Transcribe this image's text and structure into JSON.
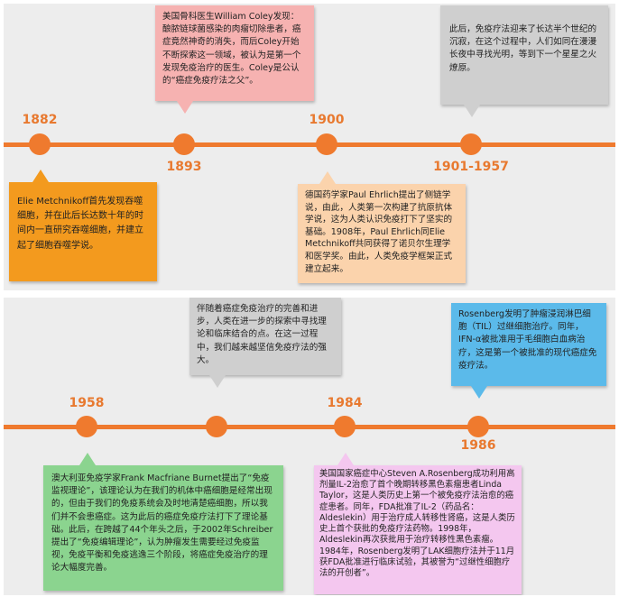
{
  "panel1": {
    "years": [
      "1882",
      "1893",
      "1900",
      "1901-1957"
    ],
    "boxes": [
      "Elie Metchnikoff首先发现吞噬细胞，并在此后长达数十年的时间内一直研究吞噬细胞，并建立起了细胞吞噬学说。",
      "美国骨科医生William Coley发现：酿脓链球菌感染的肉瘤切除患者，癌症竟然神奇的消失，而后Coley开始不断探索这一领域，被认为是第一个发现免疫治疗的医生。Coley是公认的“癌症免疫疗法之父”。",
      "德国药学家Paul Ehrlich提出了侧链学说，由此，人类第一次构建了抗原抗体学说，这为人类认识免疫打下了坚实的基础。1908年，Paul Ehrlich同Elie Metchnikoff共同获得了诺贝尔生理学和医学奖。由此，人类免疫学框架正式建立起来。",
      "此后，免疫疗法迎来了长达半个世纪的沉寂，在这个过程中，人们如同在漫漫长夜中寻找光明，等到下一个星星之火燎原。"
    ]
  },
  "panel2": {
    "years": [
      "1958",
      "1984",
      "1986"
    ],
    "boxes": [
      "澳大利亚免疫学家Frank Macfriane Burnet提出了“免疫监视理论”，该理论认为在我们的机体中癌细胞是经常出现的，但由于我们的免疫系统会及时地清楚癌细胞，所以我们并不会患癌症。这为此后的癌症免疫疗法打下了理论基础。此后，在跨越了44个年头之后，于2002年Schreiber提出了“免疫编辑理论”，认为肿瘤发生需要经过免疫监视，免疫平衡和免疫逃逸三个阶段，将癌症免疫治疗的理论大幅度完善。",
      "伴随着癌症免疫治疗的完善和进步，人类在进一步的探索中寻找理论和临床结合的点。在这一过程中，我们越来越坚信免疫疗法的强大。",
      "美国国家癌症中心Steven A.Rosenberg成功利用高剂量IL-2治愈了首个晚期转移黑色素瘤患者Linda Taylor，这是人类历史上第一个被免疫疗法治愈的癌症患者。同年，FDA批准了IL-2（药品名：Aldeslekin）用于治疗成人转移性肾癌，这是人类历史上首个获批的免疫疗法药物。1998年，Aldeslekin再次获批用于治疗转移性黑色素瘤。1984年，Rosenberg发明了LAK细胞疗法并于11月获FDA批准进行临床试验，其被誉为“过继性细胞疗法的开创者”。",
      "Rosenberg发明了肿瘤浸润淋巴细胞（TIL）过继细胞治疗。同年，IFN-α被批准用于毛细胞白血病治疗，这是第一个被批准的现代癌症免疫疗法。"
    ]
  },
  "colors": {
    "line": "#ef7a2e",
    "orange_box": "#f39a1e",
    "pink_box": "#f6b2b1",
    "peach_box": "#fbd3ac",
    "gray_box": "#cfcfcf",
    "green_box": "#8bd48f",
    "lavender_box": "#f4c7ef",
    "blue_box": "#5bbaea"
  }
}
